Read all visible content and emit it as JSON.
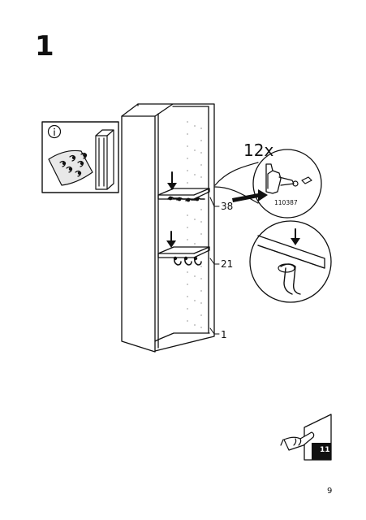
{
  "step": {
    "number": "1"
  },
  "fitting_qty": "12x",
  "part_number": "110387",
  "callouts": {
    "top_shelf": "38",
    "middle_shelf": "21",
    "cabinet": "1"
  },
  "info_icon": "info-icon",
  "next_page": "11",
  "page_number": "9"
}
